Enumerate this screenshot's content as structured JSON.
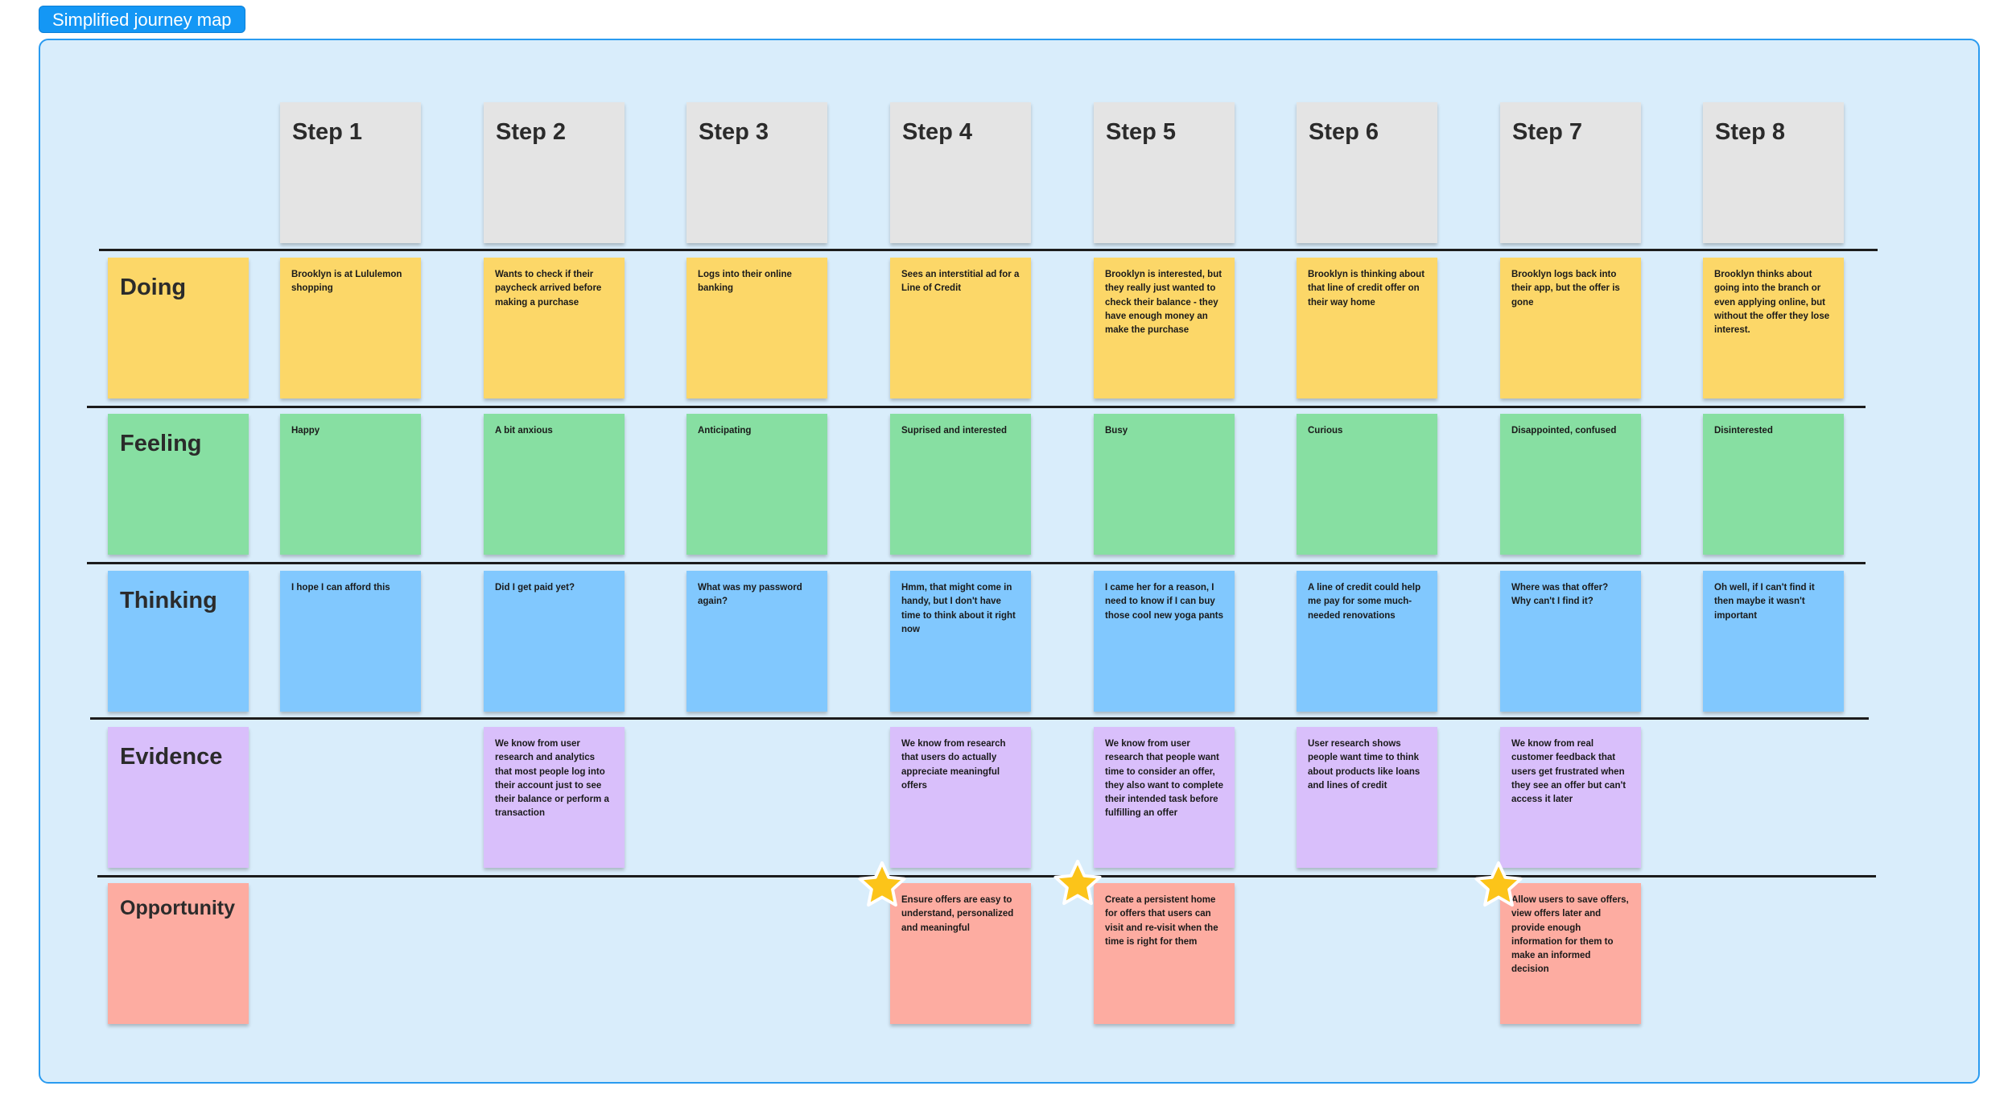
{
  "frame": {
    "label": "Simplified journey map"
  },
  "steps": [
    "Step 1",
    "Step 2",
    "Step 3",
    "Step 4",
    "Step 5",
    "Step 6",
    "Step 7",
    "Step 8"
  ],
  "rows": {
    "doing": {
      "label": "Doing",
      "color": "#fcd768",
      "cells": [
        "Brooklyn is at Lululemon shopping",
        "Wants to check if their paycheck arrived before making a purchase",
        "Logs into their online banking",
        "Sees an interstitial ad for a Line of Credit",
        "Brooklyn is interested, but they really just wanted to check their balance - they have enough money an make the purchase",
        "Brooklyn is thinking about that line of credit offer on their way home",
        "Brooklyn logs back into their app, but the offer is gone",
        "Brooklyn thinks about going into the branch or even applying online, but without the offer they lose interest."
      ]
    },
    "feeling": {
      "label": "Feeling",
      "color": "#87dfa2",
      "cells": [
        "Happy",
        "A bit anxious",
        "Anticipating",
        "Suprised and interested",
        "Busy",
        "Curious",
        "Disappointed, confused",
        "Disinterested"
      ]
    },
    "thinking": {
      "label": "Thinking",
      "color": "#81c8fe",
      "cells": [
        "I hope I can afford this",
        "Did I get paid yet?",
        "What was my password again?",
        "Hmm, that might come in handy, but I don't have time to think about it right now",
        "I came her for a reason, I need to know if I can buy those cool new yoga pants",
        "A line of credit could help me pay for some much-needed renovations",
        "Where was that offer? Why can't I find it?",
        "Oh well, if I can't find it then maybe it wasn't important"
      ]
    },
    "evidence": {
      "label": "Evidence",
      "color": "#d9bffb",
      "cells": [
        "",
        "We know from user research and analytics that most people log into their account just to see their balance or perform a transaction",
        "",
        "We know from research that users do actually appreciate meaningful offers",
        "We know from user research that people want time to consider an offer, they also want to complete their intended task before fulfilling an offer",
        "User research shows people want time to think about products like loans and lines of credit",
        "We know from real customer feedback that users get frustrated when they see an offer but can't access it later",
        ""
      ]
    },
    "opportunity": {
      "label": "Opportunity",
      "color": "#fdaca1",
      "cells": [
        "",
        "",
        "",
        "Ensure offers are easy to understand, personalized and meaningful",
        "Create a persistent home for offers that users can visit and re-visit when the time is right for them",
        "",
        "Allow users to save offers, view offers later and provide enough information for them to make an informed decision",
        ""
      ]
    }
  },
  "stars": {
    "icon": "star-icon",
    "color": "#fcc419",
    "steps": [
      "Step 4",
      "Step 5",
      "Step 7"
    ]
  }
}
